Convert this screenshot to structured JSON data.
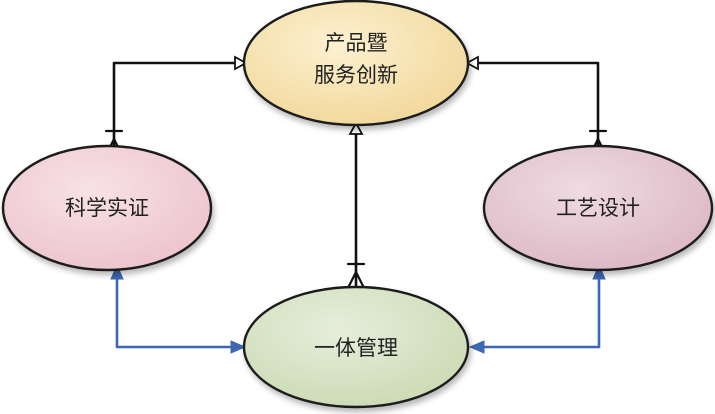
{
  "diagram": {
    "title": "",
    "nodes": {
      "product": {
        "line1": "产品暨",
        "line2": "服务创新",
        "fill": "#f7e3b2"
      },
      "science": {
        "label": "科学实证",
        "fill": "#f2d2d8"
      },
      "design": {
        "label": "工艺设计",
        "fill": "#e6c9d1"
      },
      "management": {
        "label": "一体管理",
        "fill": "#d8e4c6"
      }
    },
    "edges": [
      {
        "from": "science",
        "to": "product",
        "style": "crow-foot to open arrow"
      },
      {
        "from": "design",
        "to": "product",
        "style": "crow-foot to open arrow"
      },
      {
        "from": "management",
        "to": "product",
        "style": "crow-foot to open arrow"
      },
      {
        "from": "science",
        "to": "management",
        "style": "bidirectional"
      },
      {
        "from": "design",
        "to": "management",
        "style": "bidirectional"
      }
    ],
    "colors": {
      "connector_black": "#111111",
      "connector_blue": "#3d67b1",
      "outline": "#1b1b1b"
    }
  }
}
